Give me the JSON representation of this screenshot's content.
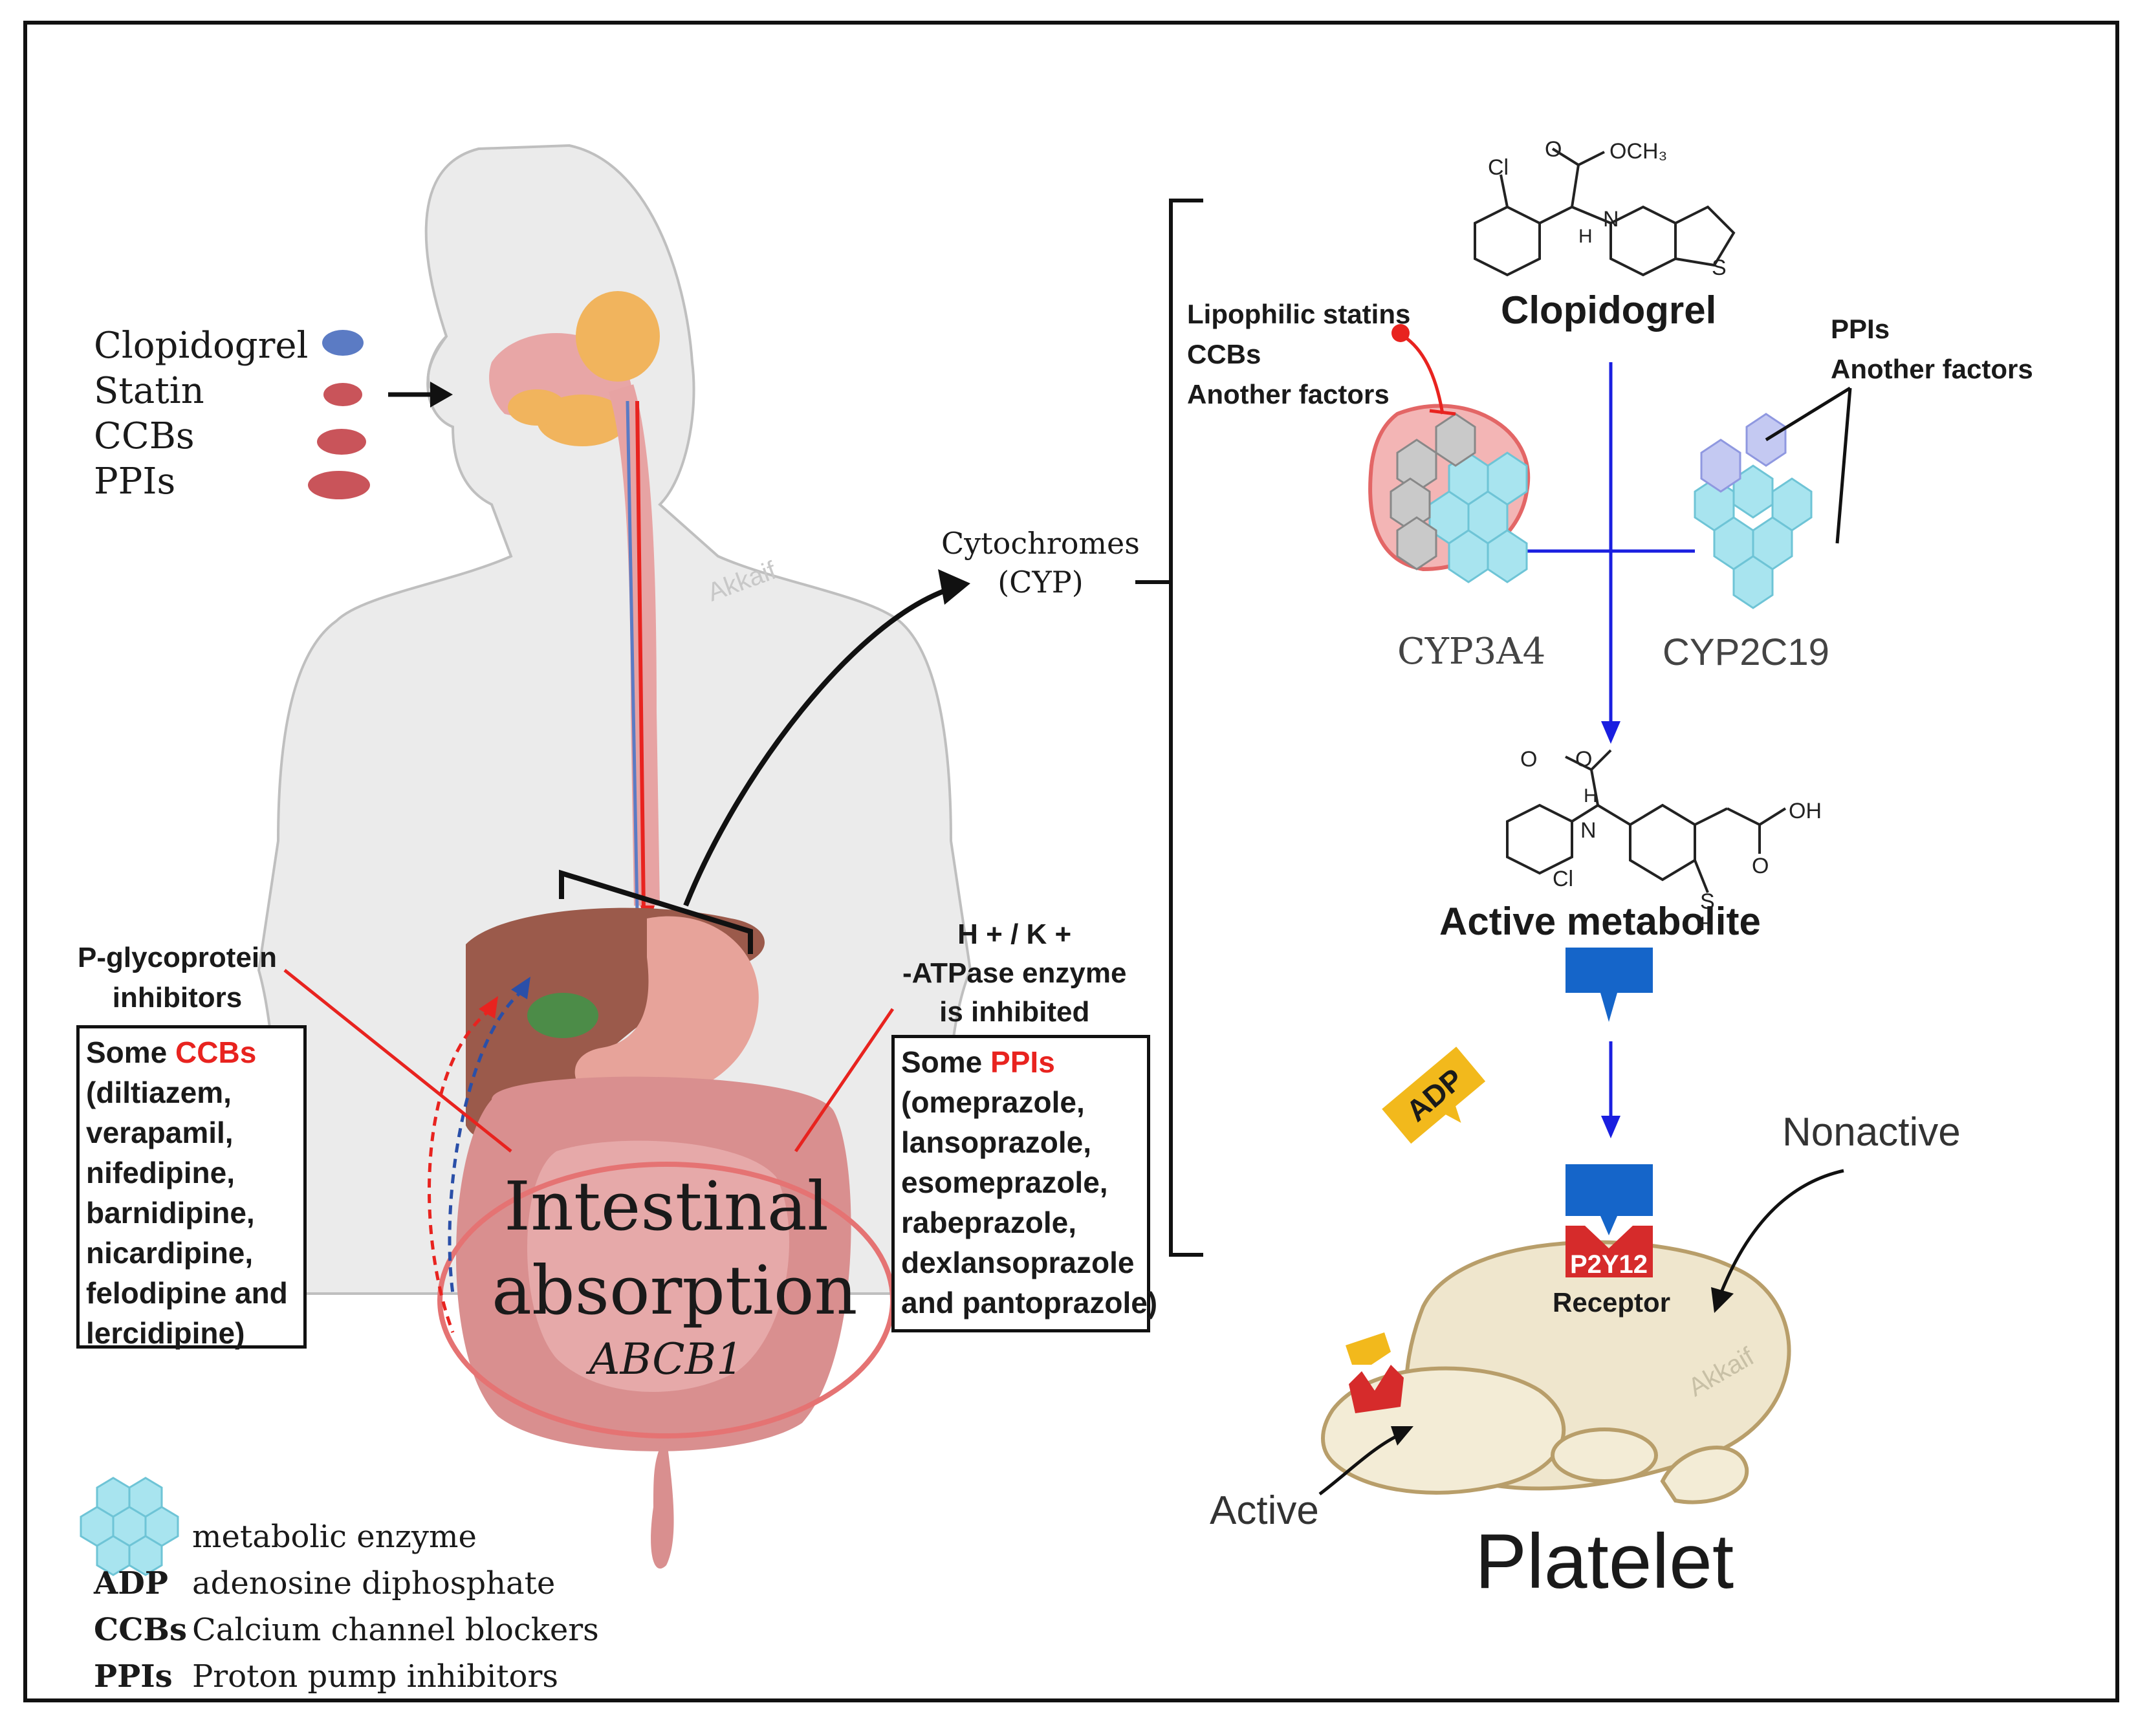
{
  "drugs_list": [
    "Clopidogrel",
    "Statin",
    "CCBs",
    "PPIs"
  ],
  "colors": {
    "clopidogrel_pill": "#5b7bc4",
    "other_pill": "#c9545a",
    "accent_red": "#e8231f",
    "arrow_blue": "#1a1fe0",
    "enzyme_cyan": "#a8e4ef",
    "receptor_red": "#d62b2b",
    "adp_yellow": "#f2b91c",
    "metabolite_blue": "#1565c9"
  },
  "cyp_label": {
    "line1": "Cytochromes",
    "line2": "(CYP)"
  },
  "clopidogrel_title": "Clopidogrel",
  "chem_clopidogrel": {
    "ester_o": "O",
    "och3": "OCH₃",
    "cl": "Cl",
    "h": "H",
    "n": "N",
    "s": "S"
  },
  "chem_metabolite": {
    "o1": "O",
    "o2": "O",
    "h": "H",
    "n": "N",
    "cl": "Cl",
    "oh": "OH",
    "o3": "O",
    "s": "S",
    "sh": "H"
  },
  "cyp3a4_inhibitors": [
    "Lipophilic statins",
    "CCBs",
    "Another factors"
  ],
  "cyp2c19_inhibitors": [
    "PPIs",
    "Another factors"
  ],
  "enzyme_labels": {
    "cyp3a4": "CYP3A4",
    "cyp2c19": "CYP2C19"
  },
  "active_metabolite": "Active metabolite",
  "adp_badge": "ADP",
  "nonactive_label": "Nonactive",
  "active_label": "Active",
  "platelet_title": "Platelet",
  "receptor": {
    "name": "P2Y12",
    "label": "Receptor"
  },
  "watermark": "Akkaif",
  "pgp": {
    "line1": "P-glycoprotein",
    "line2": "inhibitors"
  },
  "ccb_box": {
    "prefix": "Some ",
    "highlight": "CCBs",
    "items": [
      "(diltiazem,",
      "verapamil,",
      "nifedipine,",
      "barnidipine,",
      "nicardipine,",
      "felodipine and",
      "lercidipine)"
    ]
  },
  "atpase": {
    "line1": "H + / K +",
    "line2": "-ATPase enzyme",
    "line3": "is inhibited"
  },
  "ppi_box": {
    "prefix": "Some ",
    "highlight": "PPIs",
    "items": [
      "(omeprazole,",
      "lansoprazole,",
      "esomeprazole,",
      "rabeprazole,",
      "dexlansoprazole",
      "and pantoprazole)"
    ]
  },
  "intestinal": {
    "line1": "Intestinal",
    "line2": "absorption",
    "gene": "ABCB1"
  },
  "legend": [
    {
      "key": "",
      "text": "metabolic enzyme"
    },
    {
      "key": "ADP",
      "text": "adenosine diphosphate"
    },
    {
      "key": "CCBs",
      "text": "Calcium channel blockers"
    },
    {
      "key": "PPIs",
      "text": "Proton pump inhibitors"
    }
  ]
}
